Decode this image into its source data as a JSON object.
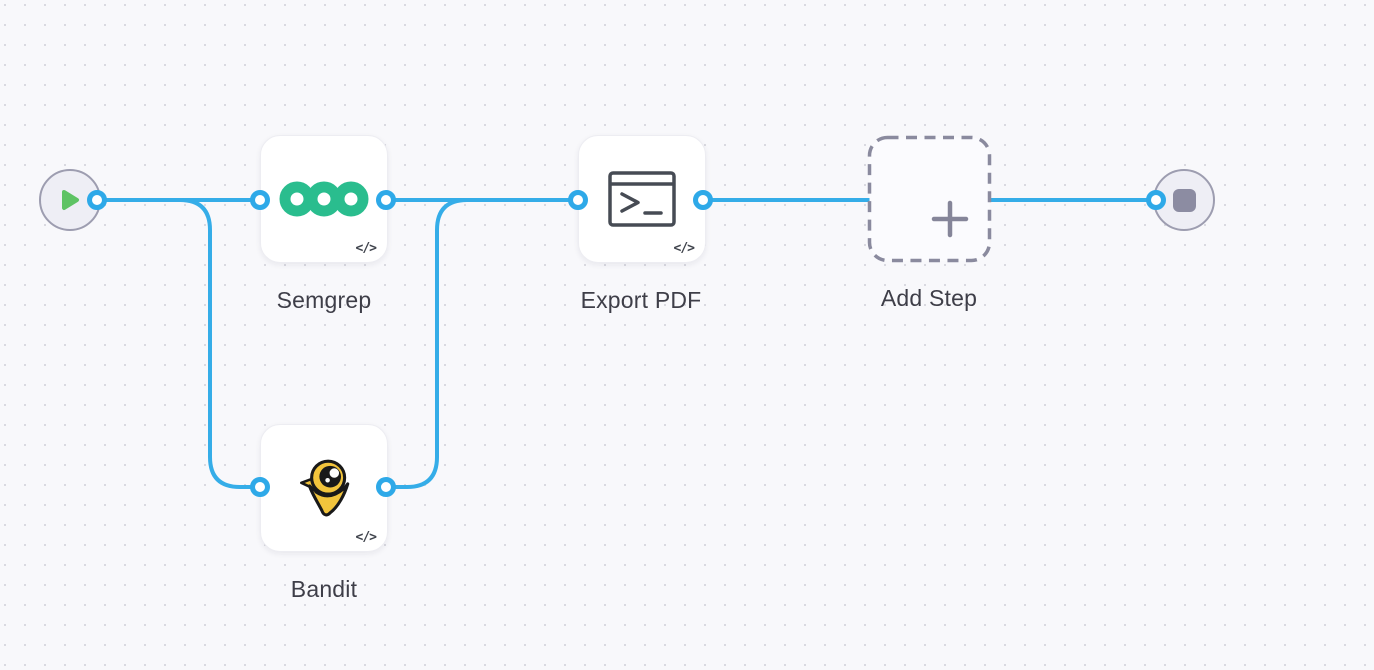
{
  "canvas": {
    "background_color": "#F8F8FB",
    "grid_dot_color": "#D9D9E0",
    "edge_color": "#35ADE8",
    "port_color": "#2EA9E8"
  },
  "nodes": {
    "start": {
      "type": "start",
      "icon": "play-icon",
      "icon_color": "#5EC364"
    },
    "semgrep": {
      "label": "Semgrep",
      "badge": "</>",
      "icon": "semgrep-logo",
      "logo_color": "#2ABD8E"
    },
    "bandit": {
      "label": "Bandit",
      "badge": "</>",
      "icon": "bandit-logo",
      "logo_color": "#F2C43C"
    },
    "export_pdf": {
      "label": "Export PDF",
      "badge": "</>",
      "icon": "terminal-icon",
      "icon_color": "#464B54"
    },
    "add_step": {
      "label": "Add Step",
      "icon": "plus-icon",
      "icon_color": "#858599"
    },
    "end": {
      "type": "end",
      "icon": "stop-icon",
      "icon_color": "#8C8CA2"
    }
  },
  "connections": [
    {
      "from": "start",
      "to": "semgrep"
    },
    {
      "from": "start",
      "to": "bandit"
    },
    {
      "from": "semgrep",
      "to": "export_pdf"
    },
    {
      "from": "bandit",
      "to": "export_pdf"
    },
    {
      "from": "export_pdf",
      "to": "end"
    }
  ]
}
